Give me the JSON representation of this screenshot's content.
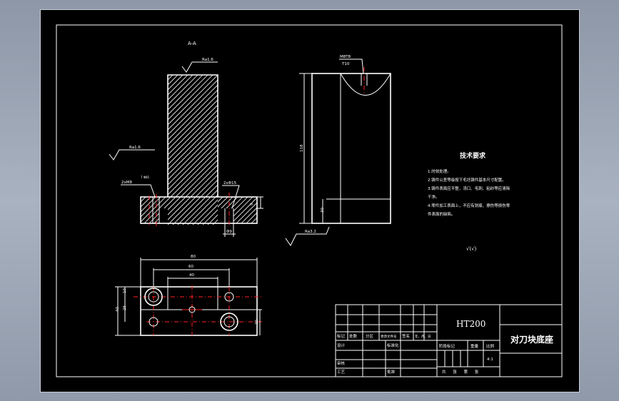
{
  "views": {
    "section_label": "A-A",
    "roughness_top": "Ra1.6",
    "roughness_left": "Ra1.6",
    "roughness_right": "Ra3.2",
    "hole_note_left": "2xM8",
    "hole_note_left_small": "7 Φ85",
    "hole_note_right": "2xΦ15",
    "dim_base_height": "9",
    "dim_hole_width": "Φ9",
    "thread_note": "M8T8",
    "thread_depth": "T10",
    "dim_height": "118",
    "dim_step": "30",
    "dim_width_80": "80",
    "dim_width_60": "60",
    "dim_width_40": "40",
    "dim_side_10": "10",
    "dim_side_40": "40",
    "dim_side_25": "25",
    "dim_side_20": "20"
  },
  "tech_req": {
    "title": "技术要求",
    "items": [
      "1.时效处理。",
      "2.铸件公差等级按下毛坯铸件基本尺寸配置。",
      "3.铸件表面应平整，浇口、毛刺、粘砂等应清除",
      "干净。",
      "4.零件加工表面上，不应有划痕、擦伤等损伤零",
      "件表面的缺陷。"
    ],
    "other_roughness": "√(√)"
  },
  "title_block": {
    "material": "HT200",
    "part_name": "对刀块底座",
    "row_labels": [
      "标记",
      "处数",
      "分区",
      "更改文件号",
      "签名",
      "年、月、日"
    ],
    "design": "设计",
    "standardize": "标准化",
    "review": "审核",
    "process": "工艺",
    "approve": "批准",
    "stage_mark": "阶段标记",
    "weight": "重量",
    "scale": "比例",
    "scale_value": "4:1",
    "sheets": "共 张 第 张"
  }
}
